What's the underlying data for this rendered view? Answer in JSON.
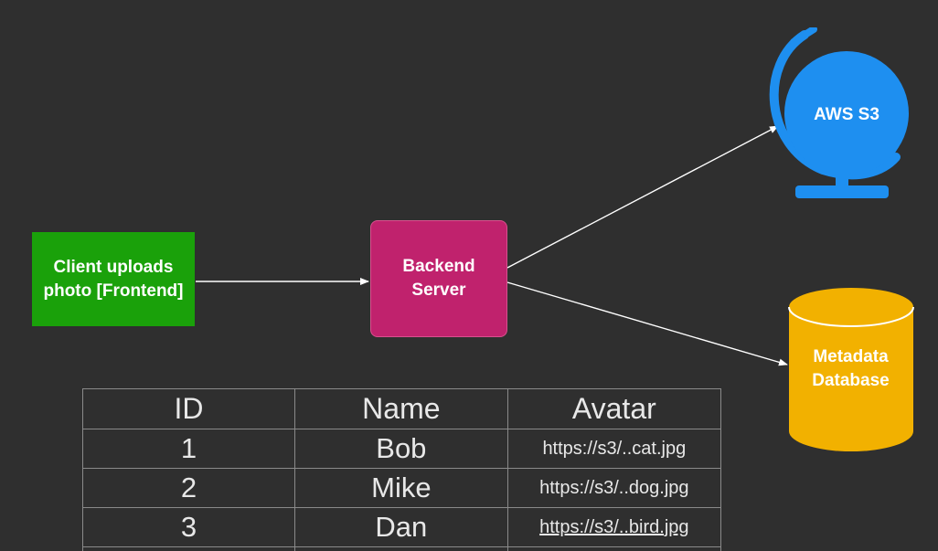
{
  "nodes": {
    "client": "Client uploads\nphoto [Frontend]",
    "backend": "Backend\nServer",
    "s3": "AWS S3",
    "db": "Metadata\nDatabase"
  },
  "colors": {
    "background": "#2f2f2f",
    "client": "#1aa10a",
    "backend": "#c0226d",
    "s3_globe": "#1e8ff0",
    "database": "#f2b100",
    "arrow": "#ffffff"
  },
  "icons": {
    "s3": "globe-icon",
    "db": "database-cylinder-icon"
  },
  "table": {
    "headers": [
      "ID",
      "Name",
      "Avatar"
    ],
    "rows": [
      [
        "1",
        "Bob",
        "https://s3/..cat.jpg"
      ],
      [
        "2",
        "Mike",
        "https://s3/..dog.jpg"
      ],
      [
        "3",
        "Dan",
        "https://s3/..bird.jpg"
      ]
    ]
  }
}
